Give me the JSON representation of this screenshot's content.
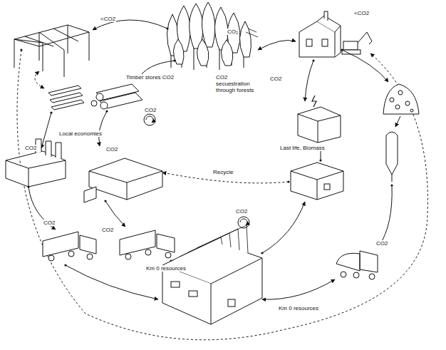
{
  "diagram": {
    "labels": [
      "<CO2",
      "CO₂",
      "<CO2",
      "CO2",
      "Timber stores CO2",
      "CO2",
      "CO2 secuestration through forests",
      "Last life, Biomass",
      "Local economies",
      "CO2",
      "CO2",
      "Recycle",
      "CO2",
      "CO2",
      "Km 0 resources",
      "CO2",
      "Km 0 resources",
      "CO2"
    ]
  }
}
